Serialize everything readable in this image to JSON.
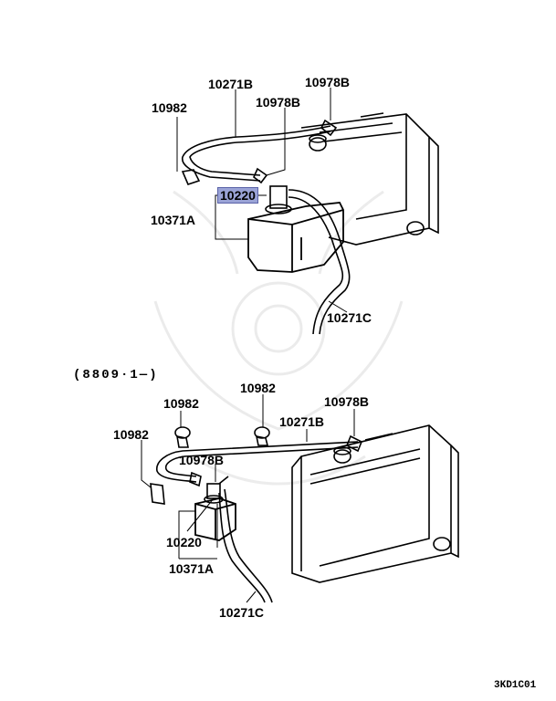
{
  "diagram": {
    "upper": {
      "labels": {
        "hose_b": "10271B",
        "clamp_b_top": "10978B",
        "clamp_b_mid": "10978B",
        "clip": "10982",
        "cap": "10220",
        "tank": "10371A",
        "hose_c": "10271C"
      }
    },
    "lower": {
      "date_range": "(8809·1—)",
      "labels": {
        "clip_a": "10982",
        "clip_b": "10982",
        "clip_c": "10982",
        "hose_b": "10271B",
        "clamp_b_right": "10978B",
        "clamp_b_left": "10978B",
        "cap": "10220",
        "tank": "10371A",
        "hose_c": "10271C"
      }
    },
    "code": "3KD1C01",
    "highlight_color": "#9aa3d6"
  }
}
